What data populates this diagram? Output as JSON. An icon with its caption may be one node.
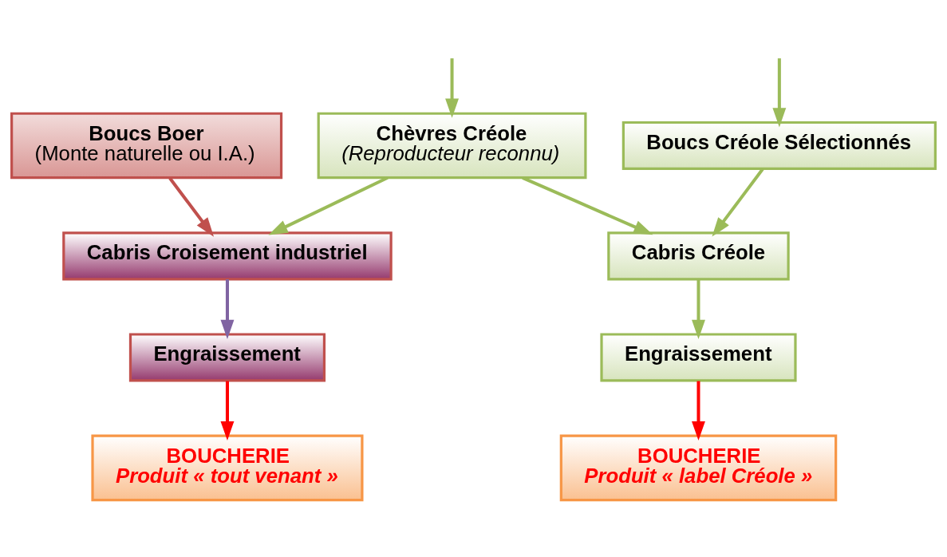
{
  "diagram": {
    "nodes": [
      {
        "text": [
          "Boucs Boer",
          "(Monte naturelle ou I.A.)"
        ]
      },
      {
        "text": [
          "Chèvres Créole",
          "(Reproducteur reconnu)"
        ]
      },
      {
        "text": [
          "Boucs Créole Sélectionnés"
        ]
      },
      {
        "text": [
          "Cabris Croisement industriel"
        ]
      },
      {
        "text": [
          "Cabris Créole"
        ]
      },
      {
        "text": [
          "Engraissement"
        ]
      },
      {
        "text": [
          "Engraissement"
        ]
      },
      {
        "text": [
          "BOUCHERIE",
          "Produit « tout venant »"
        ]
      },
      {
        "text": [
          "BOUCHERIE",
          "Produit « label Créole »"
        ]
      }
    ],
    "edges": [
      {
        "from": null,
        "to": 1,
        "arrow": "to"
      },
      {
        "from": null,
        "to": 2,
        "arrow": "to"
      },
      {
        "from": 0,
        "to": 3,
        "arrow": "to",
        "color": "#c0504d"
      },
      {
        "from": 1,
        "to": 3,
        "arrow": "to"
      },
      {
        "from": 1,
        "to": 4,
        "arrow": "to"
      },
      {
        "from": 2,
        "to": 4,
        "arrow": "to"
      },
      {
        "from": 3,
        "to": 5,
        "arrow": "to",
        "color": "#8064a2"
      },
      {
        "from": 4,
        "to": 6,
        "arrow": "to"
      },
      {
        "from": 5,
        "to": 7,
        "arrow": "to",
        "color": "#ff0000"
      },
      {
        "from": 6,
        "to": 8,
        "arrow": "to",
        "color": "#ff0000"
      }
    ]
  }
}
